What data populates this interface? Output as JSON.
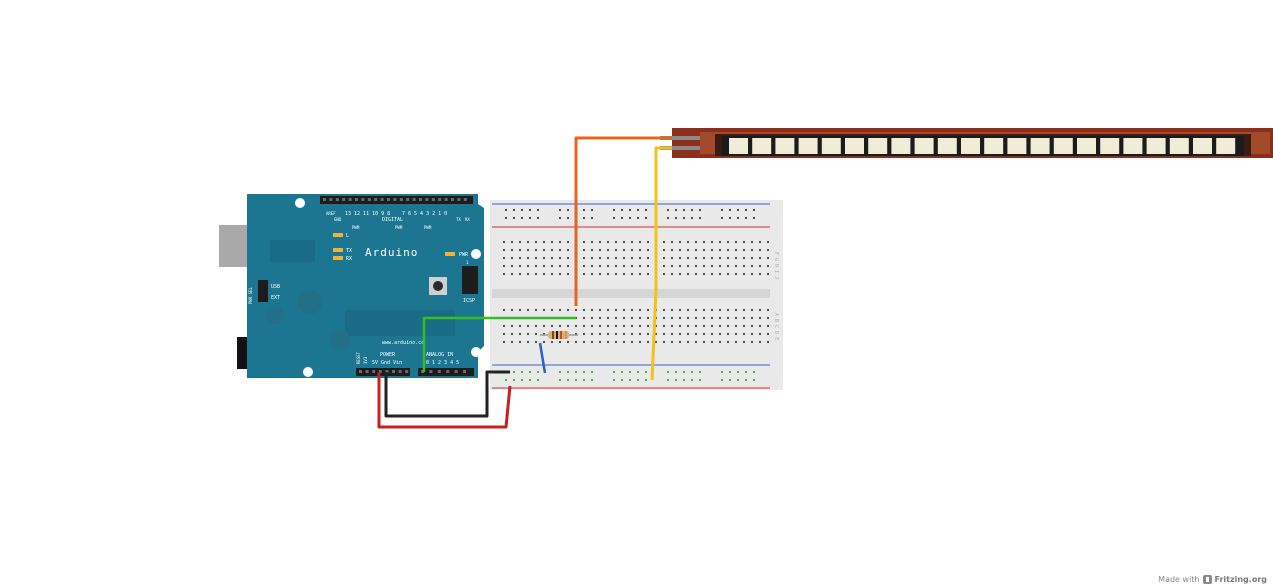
{
  "arduino": {
    "brand": "Arduino",
    "website": "www.arduino.cc",
    "digital_label": "DIGITAL",
    "analog_label": "ANALOG IN",
    "power_label": "POWER",
    "power_pins": "5V Gnd Vin",
    "analog_pins": "0 1 2 3 4 5",
    "aref": "AREF",
    "gnd": "GND",
    "digital_pins_hi": "13 12 11 10 9 8",
    "digital_pins_lo": "7 6 5 4 3 2 1 0",
    "tx_top": "TX",
    "rx_top": "RX",
    "led_l": "L",
    "led_tx": "TX",
    "led_rx": "RX",
    "pwr_led": "PWR",
    "icsp": "ICSP",
    "pwr_sel": "PWR SEL",
    "usb": "USB",
    "ext": "EXT",
    "reset": "RESET",
    "v3": "3V3",
    "pwm": "PWM",
    "icsp_num": "1"
  },
  "breadboard": {
    "cols_label": "A B C D E",
    "rows_label": "F G H I J"
  },
  "wires": [
    {
      "name": "orange-wire",
      "color": "#e8641c"
    },
    {
      "name": "yellow-wire",
      "color": "#f2c21b"
    },
    {
      "name": "green-wire",
      "color": "#32c020"
    },
    {
      "name": "blue-wire",
      "color": "#2a5ec8"
    },
    {
      "name": "black-wire",
      "color": "#222222"
    },
    {
      "name": "red-wire",
      "color": "#c62020"
    }
  ],
  "colors": {
    "board": "#1d7691",
    "flex_sensor": "#8b2f1b",
    "breadboard": "#e9e9e9"
  },
  "footer": {
    "made_with": "Made with",
    "brand": "Fritzing.org"
  }
}
